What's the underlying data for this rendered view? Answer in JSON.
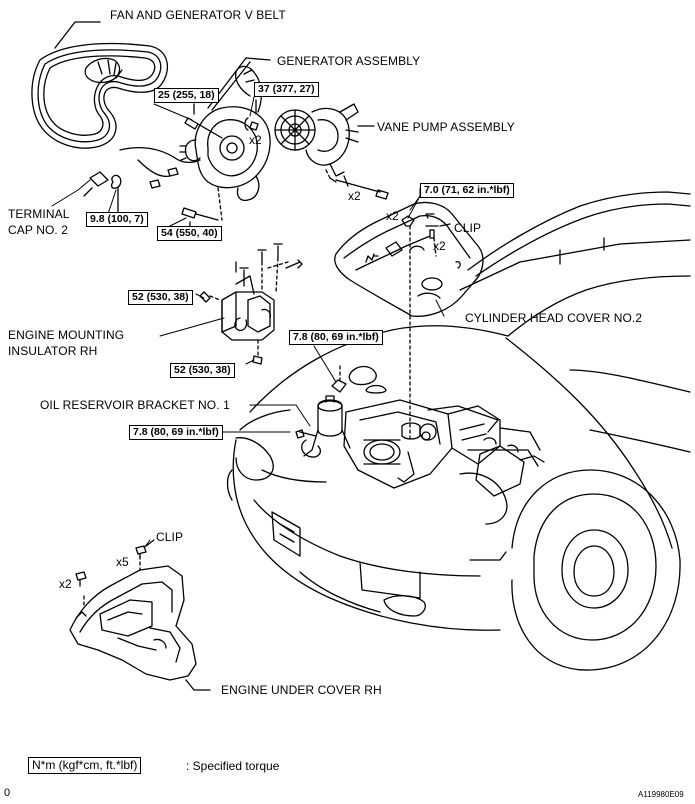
{
  "labels": {
    "fan_belt": "FAN AND GENERATOR V BELT",
    "generator": "GENERATOR ASSEMBLY",
    "vane_pump": "VANE PUMP ASSEMBLY",
    "terminal_cap_1": "TERMINAL",
    "terminal_cap_2": "CAP NO. 2",
    "clip_top": "CLIP",
    "cylinder_head_cover": "CYLINDER HEAD COVER NO.2",
    "engine_mount_1": "ENGINE MOUNTING",
    "engine_mount_2": "INSULATOR RH",
    "oil_bracket": "OIL RESERVOIR BRACKET NO. 1",
    "clip_bottom": "CLIP",
    "under_cover": "ENGINE UNDER COVER RH"
  },
  "torques": {
    "t_25": "25 (255, 18)",
    "t_37": "37 (377, 27)",
    "t_7_0": "7.0 (71, 62 in.*lbf)",
    "t_9_8": "9.8 (100, 7)",
    "t_54": "54 (550, 40)",
    "t_52a": "52 (530, 38)",
    "t_52b": "52 (530, 38)",
    "t_7_8a": "7.8 (80, 69 in.*lbf)",
    "t_7_8b": "7.8 (80, 69 in.*lbf)"
  },
  "quantities": {
    "q_gen_x2": "x2",
    "q_pump_x2": "x2",
    "q_head_x2": "x2",
    "q_clip_x2": "x2",
    "q_under_x2": "x2",
    "q_under_x5": "x5"
  },
  "legend": {
    "unit": "N*m (kgf*cm, ft.*lbf)",
    "text": ": Specified torque"
  },
  "footer": {
    "code": "A119980E09",
    "page_marker": "0"
  }
}
